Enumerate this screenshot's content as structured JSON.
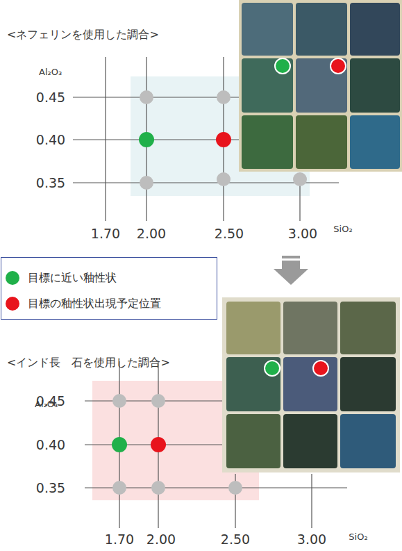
{
  "diagram": {
    "labels": [
      "<ネフェリンを使用した調合>",
      "Al₂O₃",
      "0.45",
      "0.40",
      "0.35",
      "1.70",
      "2.00",
      "2.50",
      "3.00",
      "SiO₂",
      "<インド長　石を使用した調合>",
      "Al₂O₃",
      "0.45",
      "0.40",
      "0.35",
      "1.70",
      "2.00",
      "2.50",
      "3.00",
      "SiO₂"
    ],
    "legend": [
      {
        "text": "目標に近い釉性状",
        "color": "#20b04a"
      },
      {
        "text": "目標の釉性状出現予定位置",
        "color": "#e8141c"
      }
    ]
  }
}
